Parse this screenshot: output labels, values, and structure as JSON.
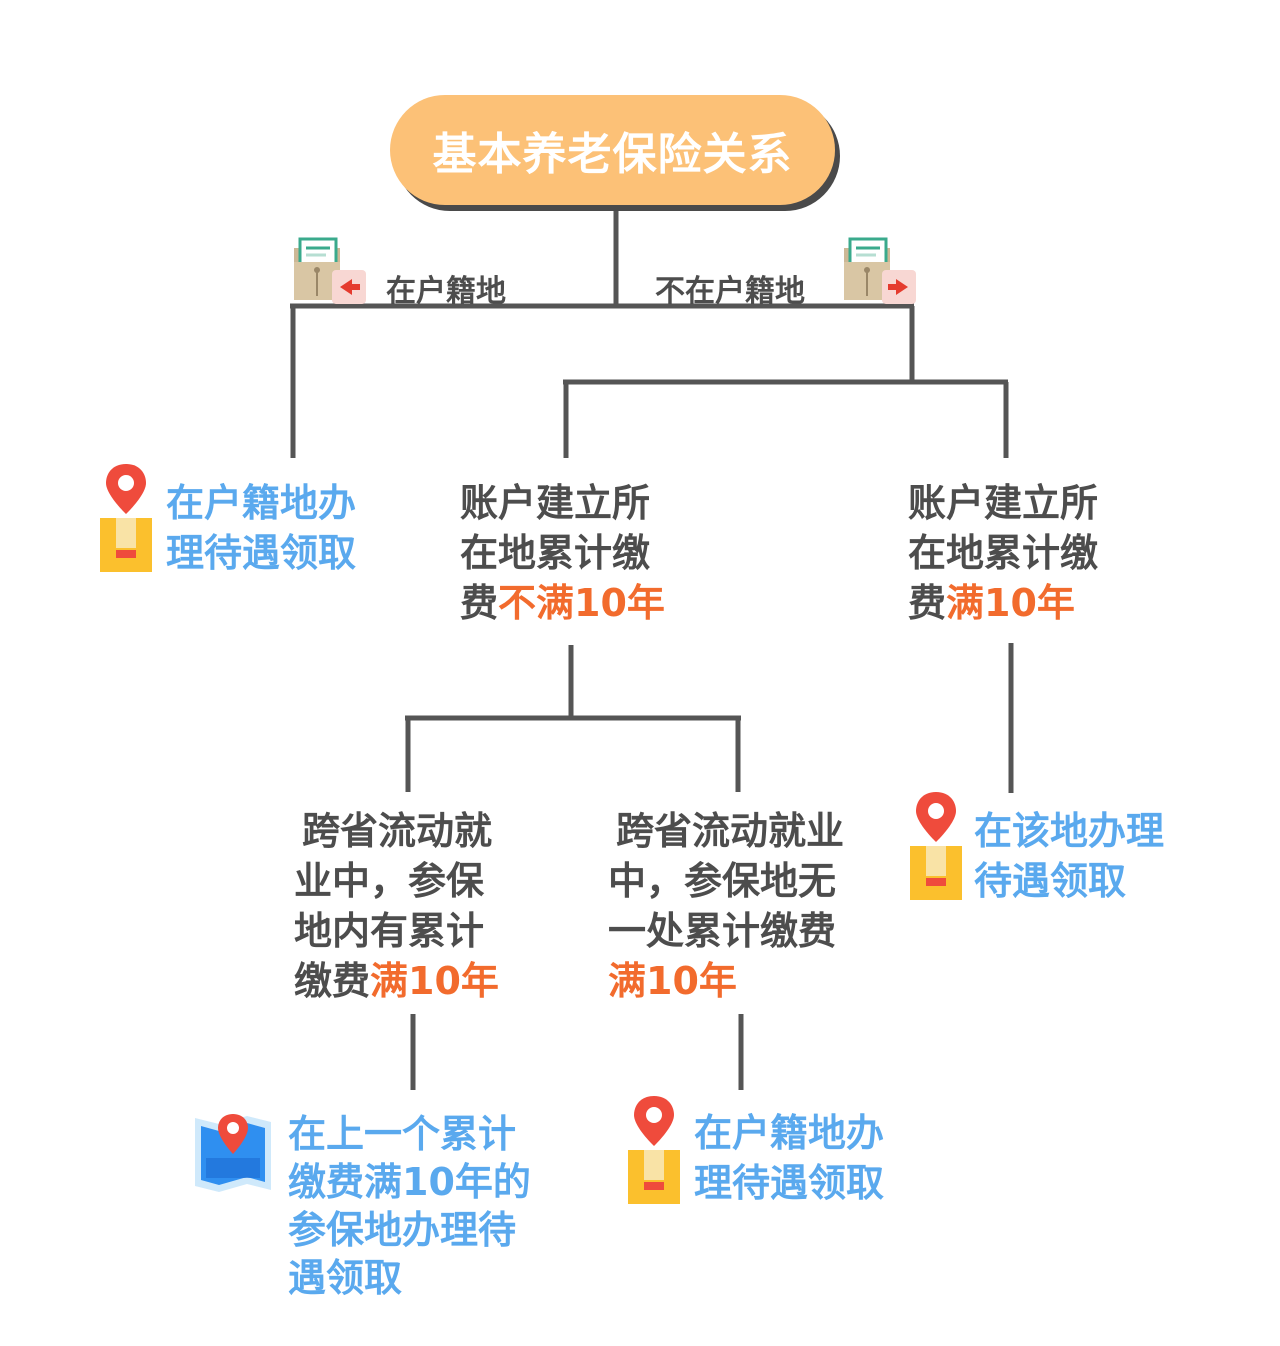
{
  "root": {
    "title": "基本养老保险关系"
  },
  "branch_labels": {
    "left": "在户籍地",
    "right": "不在户籍地"
  },
  "nodes": {
    "left_result": {
      "line1": "在户籍地办",
      "line2": "理待遇领取"
    },
    "mid_cond": {
      "line1": "账户建立所",
      "line2": "在地累计缴",
      "line3_pre": "费",
      "line3_hl": "不满10年"
    },
    "right_cond": {
      "line1": "账户建立所",
      "line2": "在地累计缴",
      "line3_pre": "费",
      "line3_hl": "满10年"
    },
    "right_result": {
      "line1": "在该地办理",
      "line2": "待遇领取"
    },
    "sub_left_cond": {
      "line1": "跨省流动就",
      "line2": "业中，参保",
      "line3": "地内有累计",
      "line4_pre": "缴费",
      "line4_hl": "满10年"
    },
    "sub_right_cond": {
      "line1": "跨省流动就业",
      "line2": "中，参保地无",
      "line3": "一处累计缴费",
      "line4_hl": "满10年"
    },
    "sub_left_result": {
      "line1": "在上一个累计",
      "line2": "缴费满10年的",
      "line3": "参保地办理待",
      "line4": "遇领取"
    },
    "sub_right_result": {
      "line1": "在户籍地办",
      "line2": "理待遇领取"
    }
  },
  "colors": {
    "pill": "#fcc177",
    "line": "#555555",
    "blue_text": "#5aa9ee",
    "highlight": "#f26b2d",
    "text": "#4d4d4d",
    "pin": "#ef4b3c",
    "box": "#fbc02d"
  },
  "icons": [
    "file-move-in-icon",
    "file-move-out-icon",
    "location-pin-icon",
    "box-icon",
    "map-pin-icon"
  ]
}
